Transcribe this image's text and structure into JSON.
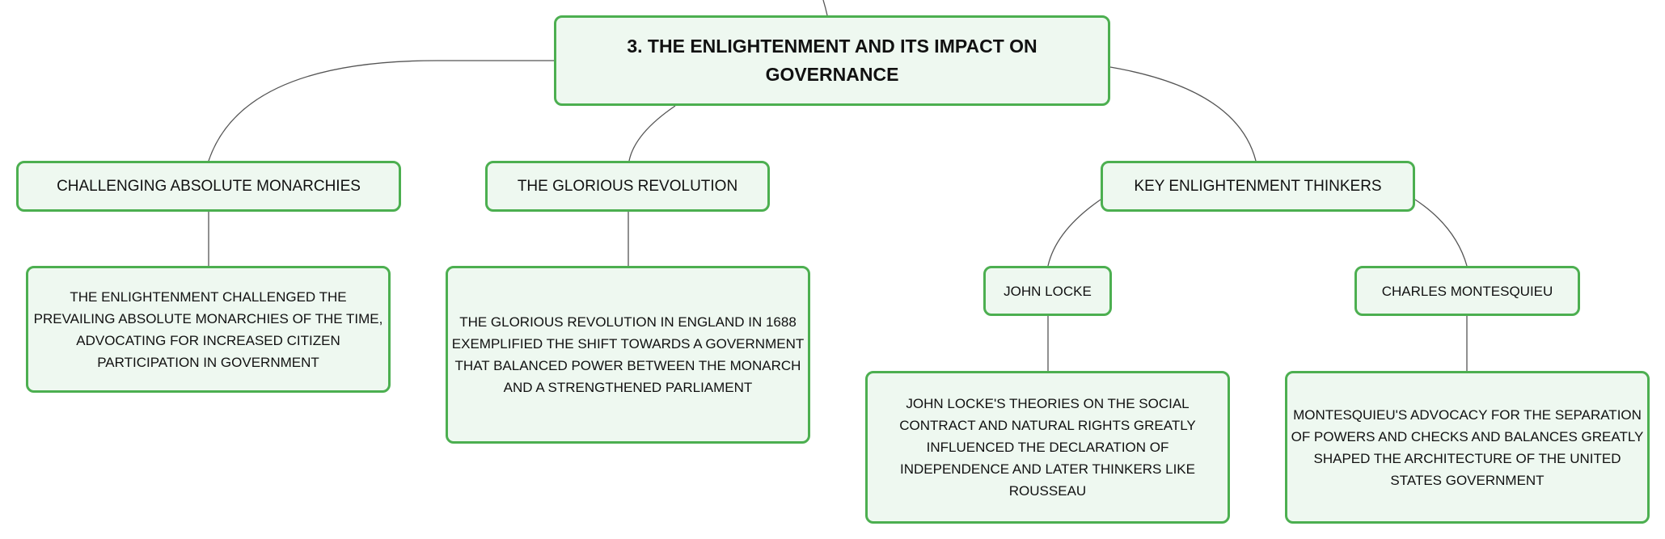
{
  "root": {
    "title": "3. THE ENLIGHTENMENT AND ITS IMPACT ON GOVERNANCE"
  },
  "branches": {
    "challenging": {
      "label": "CHALLENGING ABSOLUTE MONARCHIES",
      "detail": "THE ENLIGHTENMENT CHALLENGED THE PREVAILING ABSOLUTE MONARCHIES OF THE TIME, ADVOCATING FOR INCREASED CITIZEN PARTICIPATION IN GOVERNMENT"
    },
    "glorious": {
      "label": "THE GLORIOUS REVOLUTION",
      "detail": "THE GLORIOUS REVOLUTION IN ENGLAND IN 1688 EXEMPLIFIED THE SHIFT TOWARDS A GOVERNMENT THAT BALANCED POWER BETWEEN THE MONARCH AND A STRENGTHENED PARLIAMENT"
    },
    "thinkers": {
      "label": "KEY ENLIGHTENMENT THINKERS",
      "locke": {
        "label": "JOHN LOCKE",
        "detail": "JOHN LOCKE'S THEORIES ON THE SOCIAL CONTRACT AND NATURAL RIGHTS GREATLY INFLUENCED THE DECLARATION OF INDEPENDENCE AND LATER THINKERS LIKE ROUSSEAU"
      },
      "montesquieu": {
        "label": "CHARLES MONTESQUIEU",
        "detail": "MONTESQUIEU'S ADVOCACY FOR THE SEPARATION OF POWERS AND CHECKS AND BALANCES GREATLY SHAPED THE ARCHITECTURE OF THE UNITED STATES GOVERNMENT"
      }
    }
  },
  "style": {
    "node_border": "#4caf50",
    "node_fill": "#eef8f0",
    "connector": "#555555"
  }
}
